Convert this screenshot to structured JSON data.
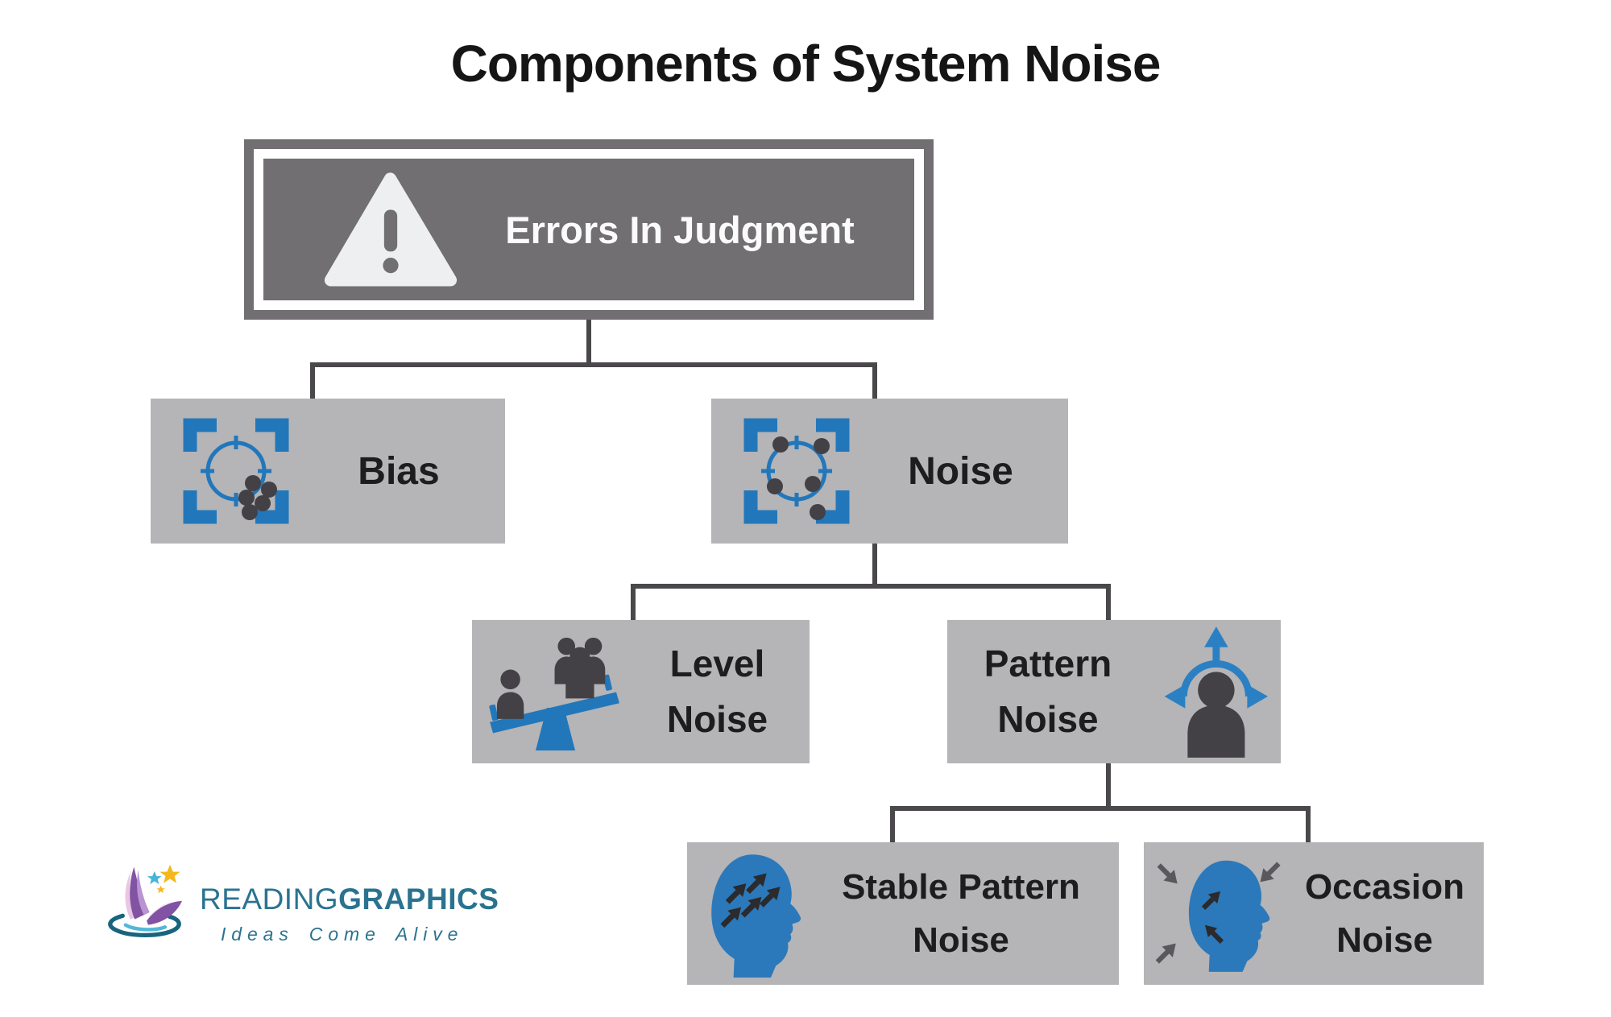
{
  "title": "Components of System Noise",
  "nodes": {
    "errors": {
      "label": "Errors In Judgment"
    },
    "bias": {
      "label": "Bias"
    },
    "noise": {
      "label": "Noise"
    },
    "level_noise": {
      "line1": "Level",
      "line2": "Noise"
    },
    "pattern_noise": {
      "line1": "Pattern",
      "line2": "Noise"
    },
    "stable_pattern_noise": {
      "line1": "Stable Pattern",
      "line2": "Noise"
    },
    "occasion_noise": {
      "line1": "Occasion",
      "line2": "Noise"
    }
  },
  "structure": [
    {
      "parent": "Errors In Judgment",
      "children": [
        "Bias",
        "Noise"
      ]
    },
    {
      "parent": "Noise",
      "children": [
        "Level Noise",
        "Pattern Noise"
      ]
    },
    {
      "parent": "Pattern Noise",
      "children": [
        "Stable Pattern Noise",
        "Occasion Noise"
      ]
    }
  ],
  "icons": {
    "errors": "warning-triangle-icon",
    "bias": "target-offset-dots-icon",
    "noise": "target-scattered-dots-icon",
    "level_noise": "seesaw-people-icon",
    "pattern_noise": "person-multi-direction-arrows-icon",
    "stable_pattern_noise": "head-parallel-arrows-icon",
    "occasion_noise": "head-inward-arrows-icon",
    "logo": "readinggraphics-book-stars-logo"
  },
  "logo": {
    "brand_part1": "READING",
    "brand_part2": "GRAPHICS",
    "tagline": "Ideas Come Alive"
  },
  "colors": {
    "background": "#ffffff",
    "title_text": "#151515",
    "box_dark": "#716f72",
    "box_light": "#b5b4b6",
    "box_label": "#1d1d1f",
    "root_label": "#fbfbfb",
    "accent_blue": "#2277bb",
    "icon_dark": "#434145",
    "connector": "#4a484b",
    "warning_triangle": "#edeff0",
    "outer_arrow_gray": "#5a585c",
    "logo_teal": "#2a7390",
    "logo_purple": "#8253a3",
    "logo_light_purple": "#b894d2",
    "logo_pink": "#e9c7e3",
    "star_gold": "#f5b81c",
    "star_teal": "#45b5d9"
  }
}
